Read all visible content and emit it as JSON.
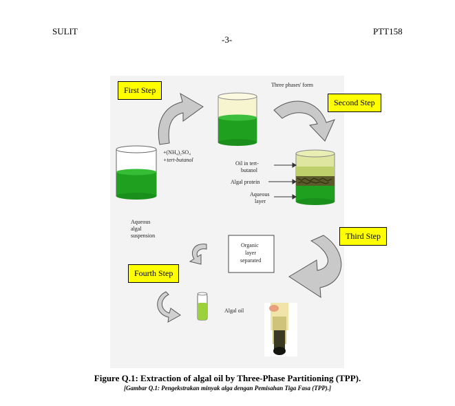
{
  "header": {
    "left": "SULIT",
    "center": "-3-",
    "right": "PTT158"
  },
  "figure": {
    "steps": {
      "first": "First Step",
      "second": "Second Step",
      "third": "Third Step",
      "fourth": "Fourth Step"
    },
    "labels": {
      "three_phases": "Three phases' form",
      "reagent1": "+(NH₄)₂SO₄",
      "reagent2": "+tert-butanol",
      "oil_in": "Oil in tert-",
      "butanol": "butanol",
      "algal_protein": "Algal protein",
      "aqueous": "Aqueous",
      "layer": "layer",
      "aqueous2": "Aqueous",
      "algal": "algal",
      "suspension": "suspension",
      "organic": "Organic",
      "organic_layer": "layer",
      "separated": "separated",
      "algal_oil": "Algal oil"
    }
  },
  "caption": {
    "main": "Figure Q.1: Extraction of algal oil by Three-Phase Partitioning (TPP).",
    "sub": "[Gambar Q.1: Pengekstrakan minyak alga dengan Pemisahan Tiga Fasa (TPP).]"
  }
}
